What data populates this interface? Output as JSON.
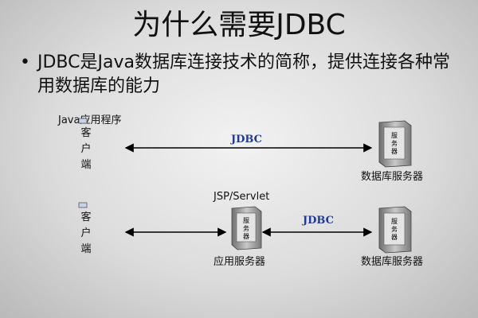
{
  "title": "为什么需要JDBC",
  "bullet": {
    "marker": "•",
    "text": "JDBC是Java数据库连接技术的简称，提供连接各种常用数据库的能力"
  },
  "row1": {
    "app_label": "Java应用程序",
    "client_label": [
      "客",
      "户",
      "端"
    ],
    "arrow_label": "JDBC",
    "server_label": "数据库服务器"
  },
  "row2": {
    "client_label": [
      "客",
      "户",
      "端"
    ],
    "middle_title": "JSP/Servlet",
    "middle_label": "应用服务器",
    "arrow_label": "JDBC",
    "server_label": "数据库服务器"
  },
  "server_badge": [
    "服",
    "务",
    "器"
  ],
  "colors": {
    "accent": "#1f3a9a",
    "server_body": "#9a9a9a"
  },
  "icons": [
    "client-device-icon",
    "server-tower-icon"
  ]
}
